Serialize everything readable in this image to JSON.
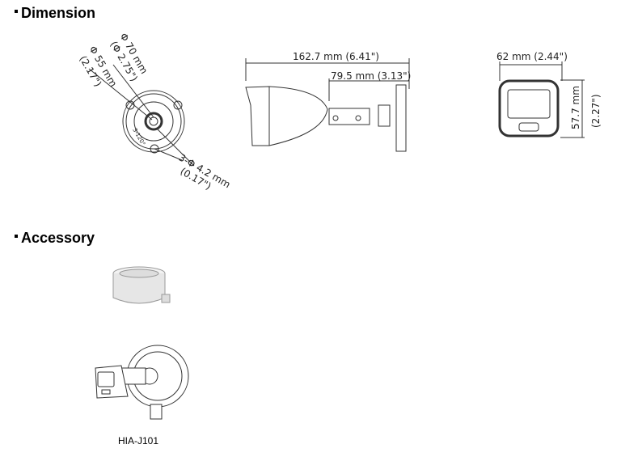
{
  "sections": {
    "dimension": {
      "title": "Dimension",
      "labels": {
        "outer_diameter": "Φ 70 mm",
        "outer_diameter_in": "(Φ 2.75\")",
        "inner_diameter": "Φ 55 mm",
        "inner_diameter_in": "(2.17\")",
        "hole": "3-Φ 4.2 mm",
        "hole_in": "(0.17\")",
        "angle": "3-120°",
        "length": "162.7 mm (6.41\")",
        "mount_length": "79.5 mm (3.13\")",
        "width": "62 mm (2.44\")",
        "height": "57.7 mm",
        "height_in": "(2.27\")"
      }
    },
    "accessory": {
      "title": "Accessory",
      "items": [
        {
          "name": "HIA-J101"
        }
      ]
    }
  }
}
